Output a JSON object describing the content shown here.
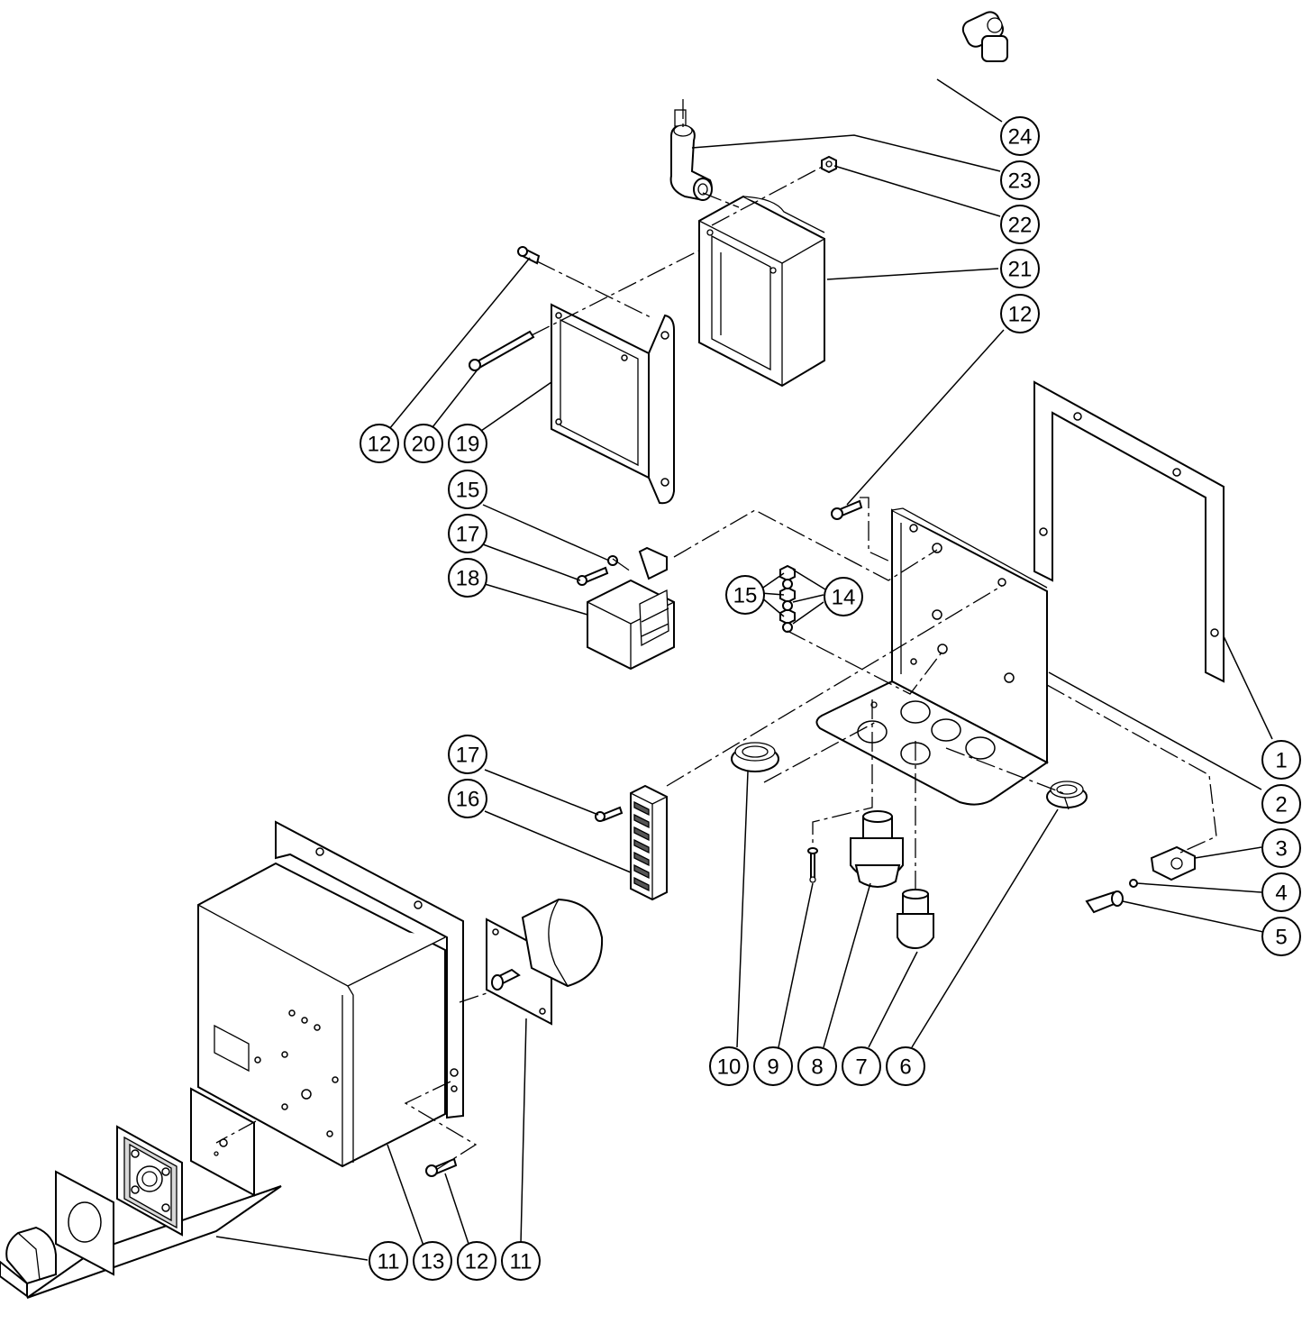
{
  "diagram": {
    "background": "#ffffff",
    "line_color": "#000000",
    "callouts": [
      {
        "id": "c24",
        "label": "24"
      },
      {
        "id": "c23",
        "label": "23"
      },
      {
        "id": "c22",
        "label": "22"
      },
      {
        "id": "c21",
        "label": "21"
      },
      {
        "id": "c12a",
        "label": "12"
      },
      {
        "id": "c12b",
        "label": "12"
      },
      {
        "id": "c20",
        "label": "20"
      },
      {
        "id": "c19",
        "label": "19"
      },
      {
        "id": "c15a",
        "label": "15"
      },
      {
        "id": "c17a",
        "label": "17"
      },
      {
        "id": "c18",
        "label": "18"
      },
      {
        "id": "c15b",
        "label": "15"
      },
      {
        "id": "c14",
        "label": "14"
      },
      {
        "id": "c17b",
        "label": "17"
      },
      {
        "id": "c16",
        "label": "16"
      },
      {
        "id": "c1",
        "label": "1"
      },
      {
        "id": "c2",
        "label": "2"
      },
      {
        "id": "c3",
        "label": "3"
      },
      {
        "id": "c4",
        "label": "4"
      },
      {
        "id": "c5",
        "label": "5"
      },
      {
        "id": "c10",
        "label": "10"
      },
      {
        "id": "c9",
        "label": "9"
      },
      {
        "id": "c8",
        "label": "8"
      },
      {
        "id": "c7",
        "label": "7"
      },
      {
        "id": "c6",
        "label": "6"
      },
      {
        "id": "c11a",
        "label": "11"
      },
      {
        "id": "c13",
        "label": "13"
      },
      {
        "id": "c12c",
        "label": "12"
      },
      {
        "id": "c11b",
        "label": "11"
      }
    ]
  }
}
